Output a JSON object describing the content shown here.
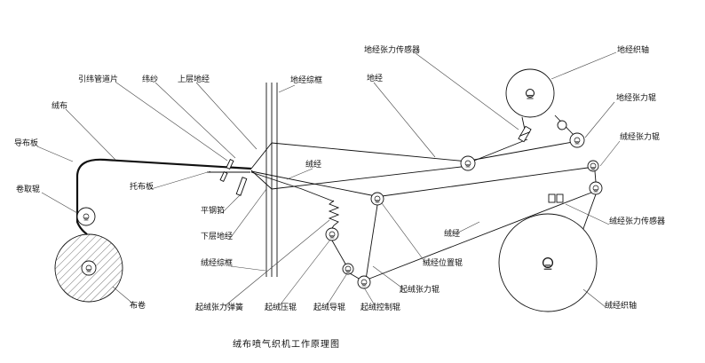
{
  "title": "绒布喷气织机工作原理图",
  "ink_color": "#111111",
  "labels": [
    {
      "id": "ground-warp-tension-sensor",
      "text": "地经张力传感器"
    },
    {
      "id": "ground-warp-beam",
      "text": "地经织轴"
    },
    {
      "id": "weft-insertion-pipe",
      "text": "引纬管道片"
    },
    {
      "id": "weft-yarn",
      "text": "纬纱"
    },
    {
      "id": "upper-ground-warp",
      "text": "上层地经"
    },
    {
      "id": "ground-heald-frame",
      "text": "地经综框"
    },
    {
      "id": "ground-warp",
      "text": "地经"
    },
    {
      "id": "ground-warp-tension-roller",
      "text": "地经张力辊"
    },
    {
      "id": "pile-fabric",
      "text": "绒布"
    },
    {
      "id": "pile-warp-tension-roller-right",
      "text": "绒经张力辊"
    },
    {
      "id": "fabric-guide-plate",
      "text": "导布板"
    },
    {
      "id": "pile-warp-mid",
      "text": "绒经"
    },
    {
      "id": "take-up-roller",
      "text": "卷取辊"
    },
    {
      "id": "fabric-support-plate",
      "text": "托布板"
    },
    {
      "id": "reed",
      "text": "平钢筘"
    },
    {
      "id": "lower-ground-warp",
      "text": "下层地经"
    },
    {
      "id": "pile-warp-tension-sensor",
      "text": "绒经张力传感器"
    },
    {
      "id": "pile-warp-lower",
      "text": "绒经"
    },
    {
      "id": "pile-heald-frame",
      "text": "绒经综框"
    },
    {
      "id": "pile-warp-position-roller",
      "text": "绒经位置辊"
    },
    {
      "id": "pile-tension-roller",
      "text": "起绒张力辊"
    },
    {
      "id": "fabric-roll",
      "text": "布卷"
    },
    {
      "id": "pile-tension-spring",
      "text": "起绒张力弹簧"
    },
    {
      "id": "pile-press-roller",
      "text": "起绒压辊"
    },
    {
      "id": "pile-guide-roller",
      "text": "起绒导辊"
    },
    {
      "id": "pile-control-roller",
      "text": "起绒控制辊"
    },
    {
      "id": "pile-warp-beam",
      "text": "绒经织轴"
    }
  ]
}
